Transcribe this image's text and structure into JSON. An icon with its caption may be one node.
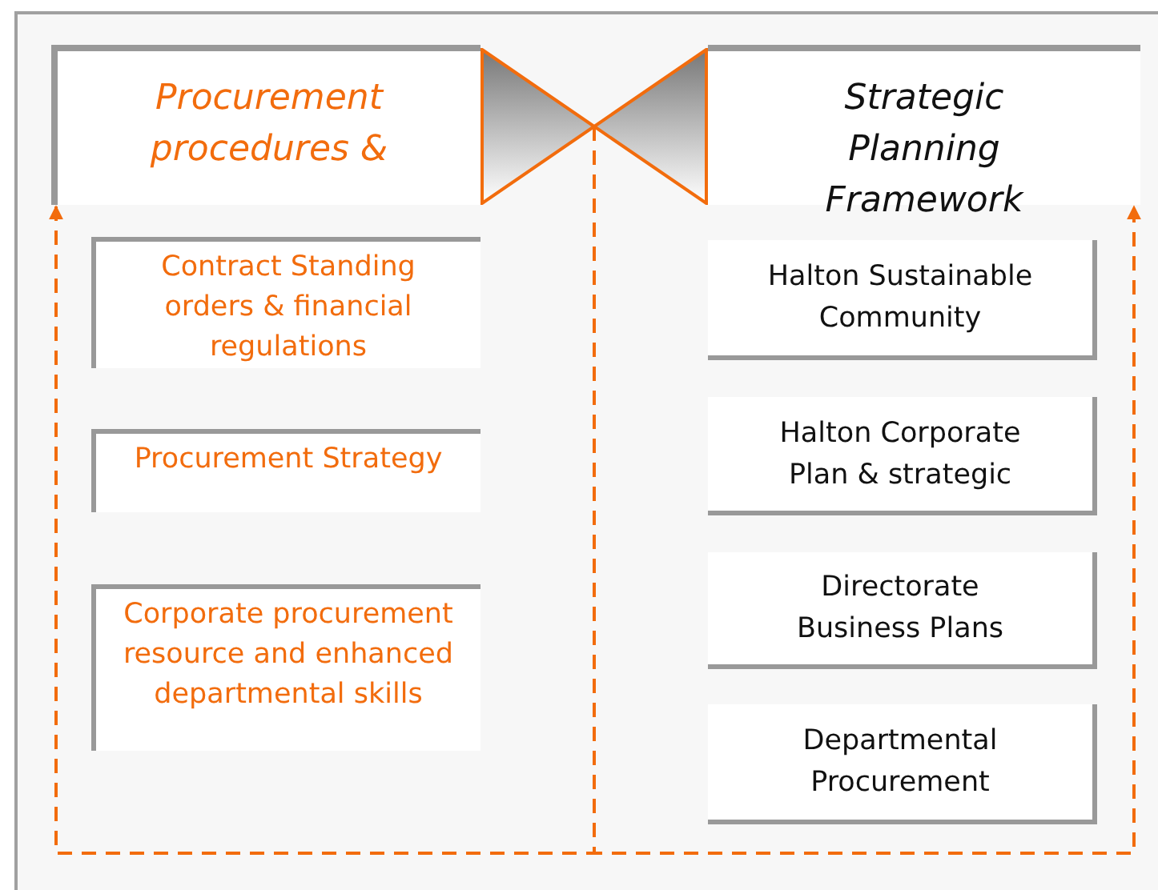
{
  "diagram": {
    "nodes": [
      {
        "text": [
          "Procurement procedures &"
        ]
      },
      {
        "text": [],
        "shape": "bowtie"
      },
      {
        "text": [
          "Strategic Planning Framework"
        ]
      },
      {
        "text": [
          "Contract Standing orders & financial regulations"
        ]
      },
      {
        "text": [
          "Procurement Strategy"
        ]
      },
      {
        "text": [
          "Corporate procurement resource and enhanced departmental skills"
        ]
      },
      {
        "text": [
          "Halton Sustainable Community"
        ]
      },
      {
        "text": [
          "Halton Corporate Plan & strategic"
        ]
      },
      {
        "text": [
          "Directorate Business Plans"
        ]
      },
      {
        "text": [
          "Departmental Procurement"
        ]
      }
    ],
    "edges": [
      {
        "from": 1,
        "to": 0,
        "arrow": "to",
        "style": "dashed"
      },
      {
        "from": 1,
        "to": 2,
        "arrow": "to",
        "style": "dashed"
      }
    ]
  }
}
